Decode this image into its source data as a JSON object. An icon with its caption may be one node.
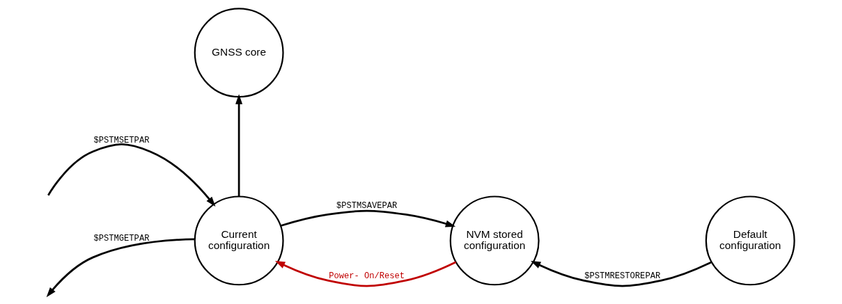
{
  "diagram": {
    "nodes": [
      {
        "text": [
          "Current configuration"
        ]
      },
      {
        "text": [
          "NVM stored configuration"
        ]
      },
      {
        "text": [
          "Default configuration"
        ]
      },
      {
        "text": [
          "GNSS core"
        ]
      }
    ],
    "edges": [
      {
        "from": null,
        "to": 0,
        "arrow": "to",
        "label": "$PSTMSETPAR"
      },
      {
        "from": 0,
        "to": null,
        "arrow": "to",
        "label": "$PSTMGETPAR"
      },
      {
        "from": 0,
        "to": 1,
        "arrow": "to",
        "label": "$PSTMSAVEPAR"
      },
      {
        "from": 2,
        "to": 1,
        "arrow": "to",
        "label": "$PSTMRESTOREPAR"
      },
      {
        "from": 1,
        "to": 0,
        "arrow": "to",
        "label": "Power- On/Reset",
        "color": "#c00000"
      },
      {
        "from": 0,
        "to": 3,
        "arrow": "to"
      }
    ]
  }
}
